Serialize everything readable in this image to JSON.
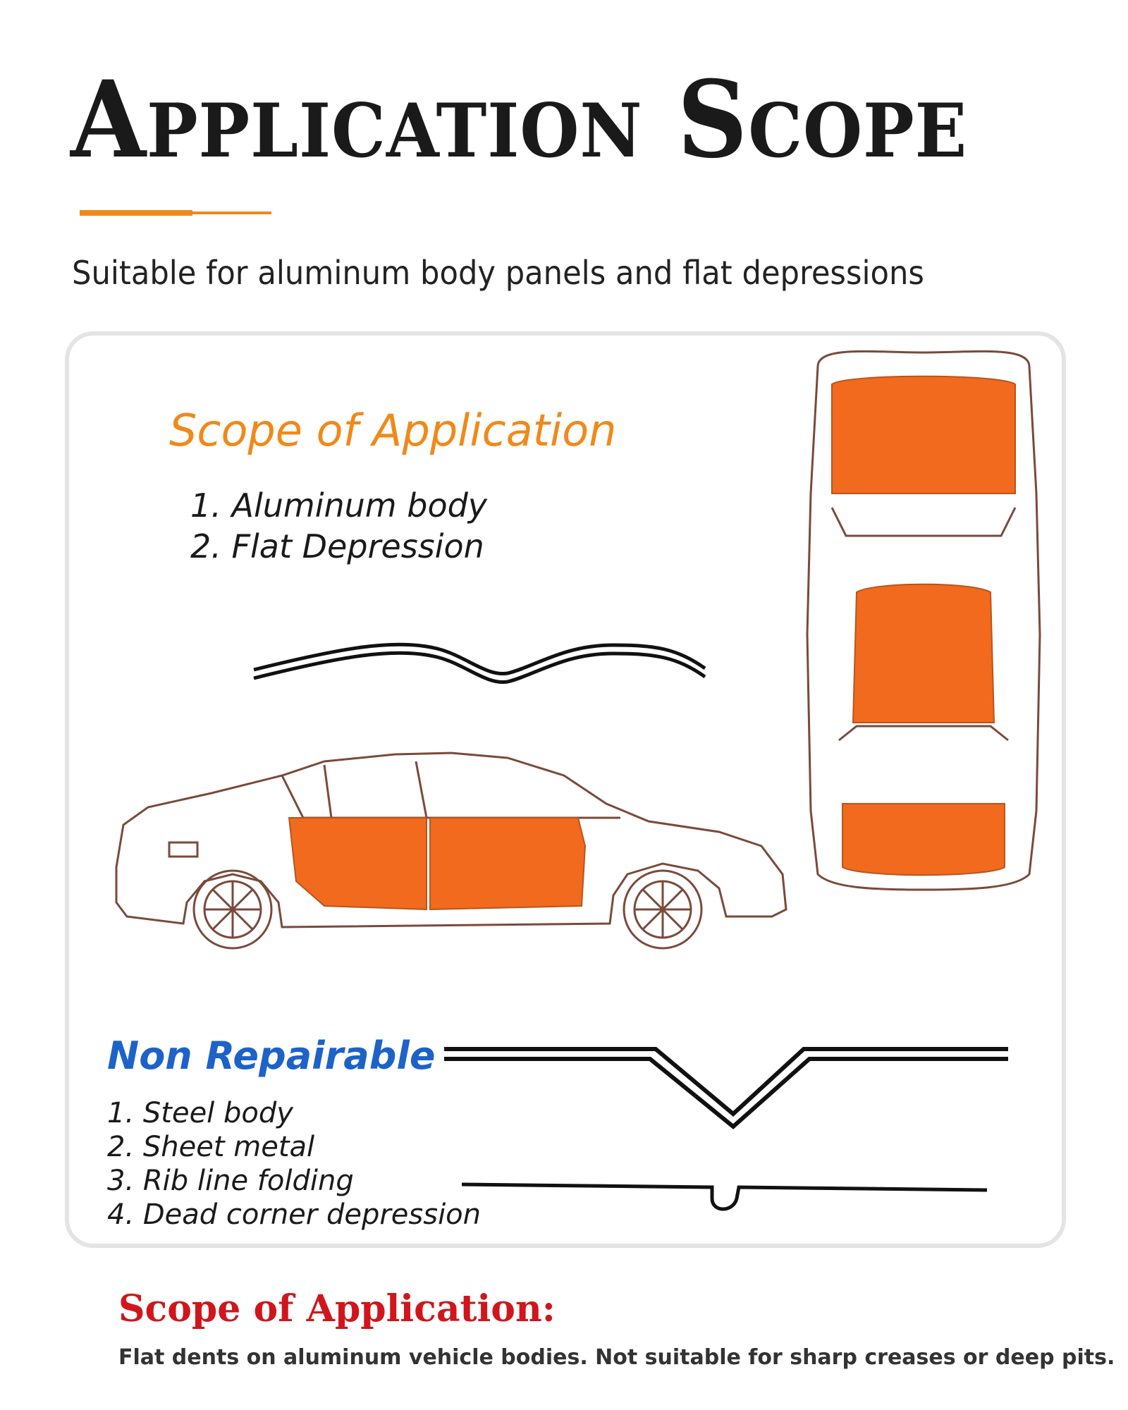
{
  "header": {
    "title": "Application Scope",
    "subtitle": "Suitable for aluminum body panels and flat depressions"
  },
  "panel": {
    "scope_heading": "Scope of Application",
    "scope_items": [
      "1. Aluminum body",
      "2. Flat Depression"
    ],
    "non_heading": "Non Repairable",
    "non_items": [
      "1. Steel body",
      "2. Sheet metal",
      "3. Rib line folding",
      "4. Dead corner depression"
    ]
  },
  "footer": {
    "heading": "Scope of Application:",
    "text": "Flat dents on aluminum vehicle bodies. Not suitable for sharp creases or deep pits."
  },
  "colors": {
    "accent_orange": "#f0891a",
    "panel_fill": "#f26a1e",
    "non_repairable_blue": "#1d62c8",
    "footer_red": "#d0161c"
  }
}
